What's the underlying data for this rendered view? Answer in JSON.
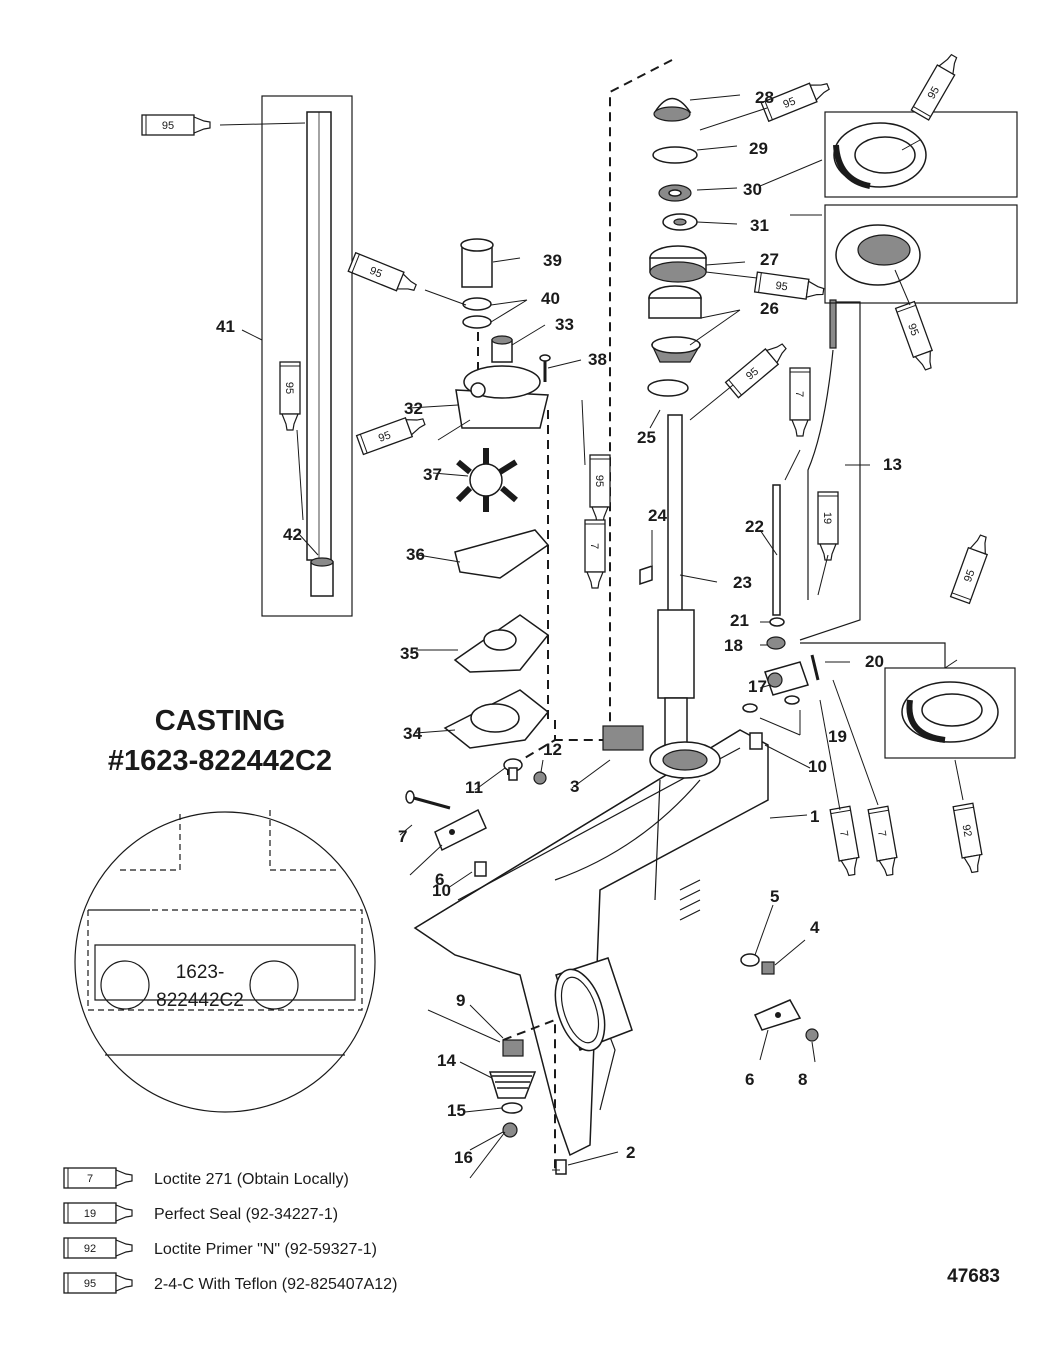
{
  "diagram": {
    "casting_title_line1": "CASTING",
    "casting_title_line2": "#1623-822442C2",
    "detail_label_line1": "1623-",
    "detail_label_line2": "822442C2",
    "figure_number": "47683"
  },
  "callouts": [
    "1",
    "2",
    "3",
    "4",
    "5",
    "6",
    "6",
    "7",
    "8",
    "9",
    "10",
    "10",
    "11",
    "12",
    "13",
    "14",
    "15",
    "16",
    "17",
    "18",
    "19",
    "20",
    "21",
    "22",
    "23",
    "24",
    "25",
    "26",
    "27",
    "28",
    "29",
    "30",
    "31",
    "32",
    "33",
    "34",
    "35",
    "36",
    "37",
    "38",
    "39",
    "40",
    "41",
    "42"
  ],
  "tube_labels": [
    "95",
    "95",
    "95",
    "95",
    "95",
    "95",
    "95",
    "95",
    "95",
    "7",
    "95",
    "19",
    "95",
    "7",
    "7",
    "7",
    "92"
  ],
  "legend": [
    {
      "code": "7",
      "text": "Loctite 271 (Obtain Locally)"
    },
    {
      "code": "19",
      "text": "Perfect Seal (92-34227-1)"
    },
    {
      "code": "92",
      "text": "Loctite Primer \"N\" (92-59327-1)"
    },
    {
      "code": "95",
      "text": "2-4-C  With Teflon (92-825407A12)"
    }
  ]
}
